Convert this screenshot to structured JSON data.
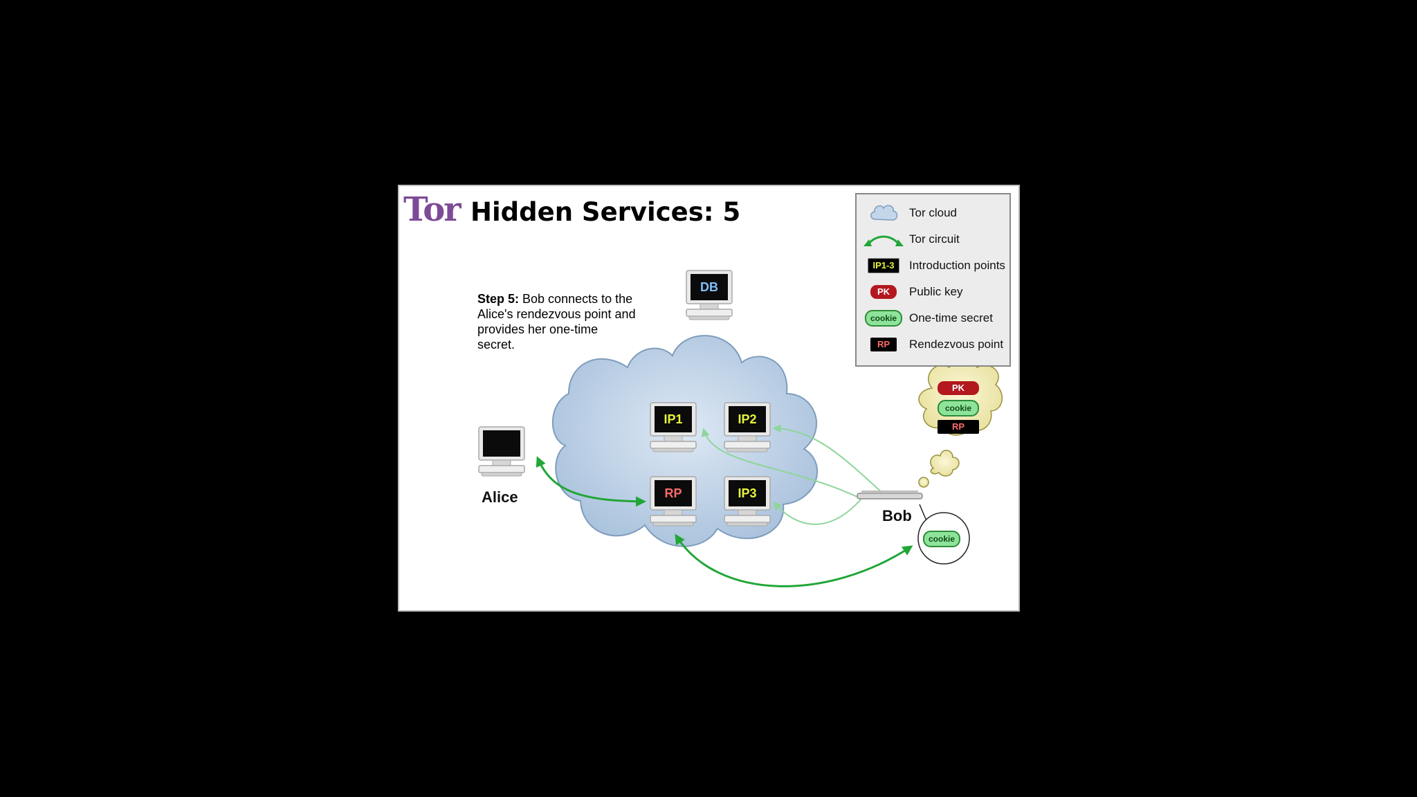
{
  "logo": {
    "text": "Tor"
  },
  "title": "Hidden Services: 5",
  "step": {
    "bold": "Step 5:",
    "text": "Bob connects to the Alice's rendezvous point and provides her one-time secret."
  },
  "nodes": {
    "db": "DB",
    "ip1": "IP1",
    "ip2": "IP2",
    "ip3": "IP3",
    "rp": "RP"
  },
  "people": {
    "alice": "Alice",
    "bob": "Bob"
  },
  "thought": {
    "pk": "PK",
    "cookie": "cookie",
    "rp": "RP"
  },
  "speech": {
    "cookie": "cookie"
  },
  "legend": {
    "items": [
      {
        "icon": "cloud-icon",
        "label": "Tor cloud"
      },
      {
        "icon": "circuit-arrow-icon",
        "label": "Tor circuit"
      },
      {
        "icon": "ip-chip",
        "chip": "IP1-3",
        "label": "Introduction points"
      },
      {
        "icon": "pk-chip",
        "chip": "PK",
        "label": "Public key"
      },
      {
        "icon": "cookie-chip",
        "chip": "cookie",
        "label": "One-time secret"
      },
      {
        "icon": "rp-chip",
        "chip": "RP",
        "label": "Rendezvous point"
      }
    ]
  },
  "colors": {
    "cloud": "#c3d6ea",
    "circuit": "#21a637",
    "thin_circuit": "#8ed59a",
    "ip_text": "#e8f53a",
    "rp_text": "#ff6a6a",
    "db_text": "#7fc0ff",
    "logo": "#7d4a97"
  }
}
